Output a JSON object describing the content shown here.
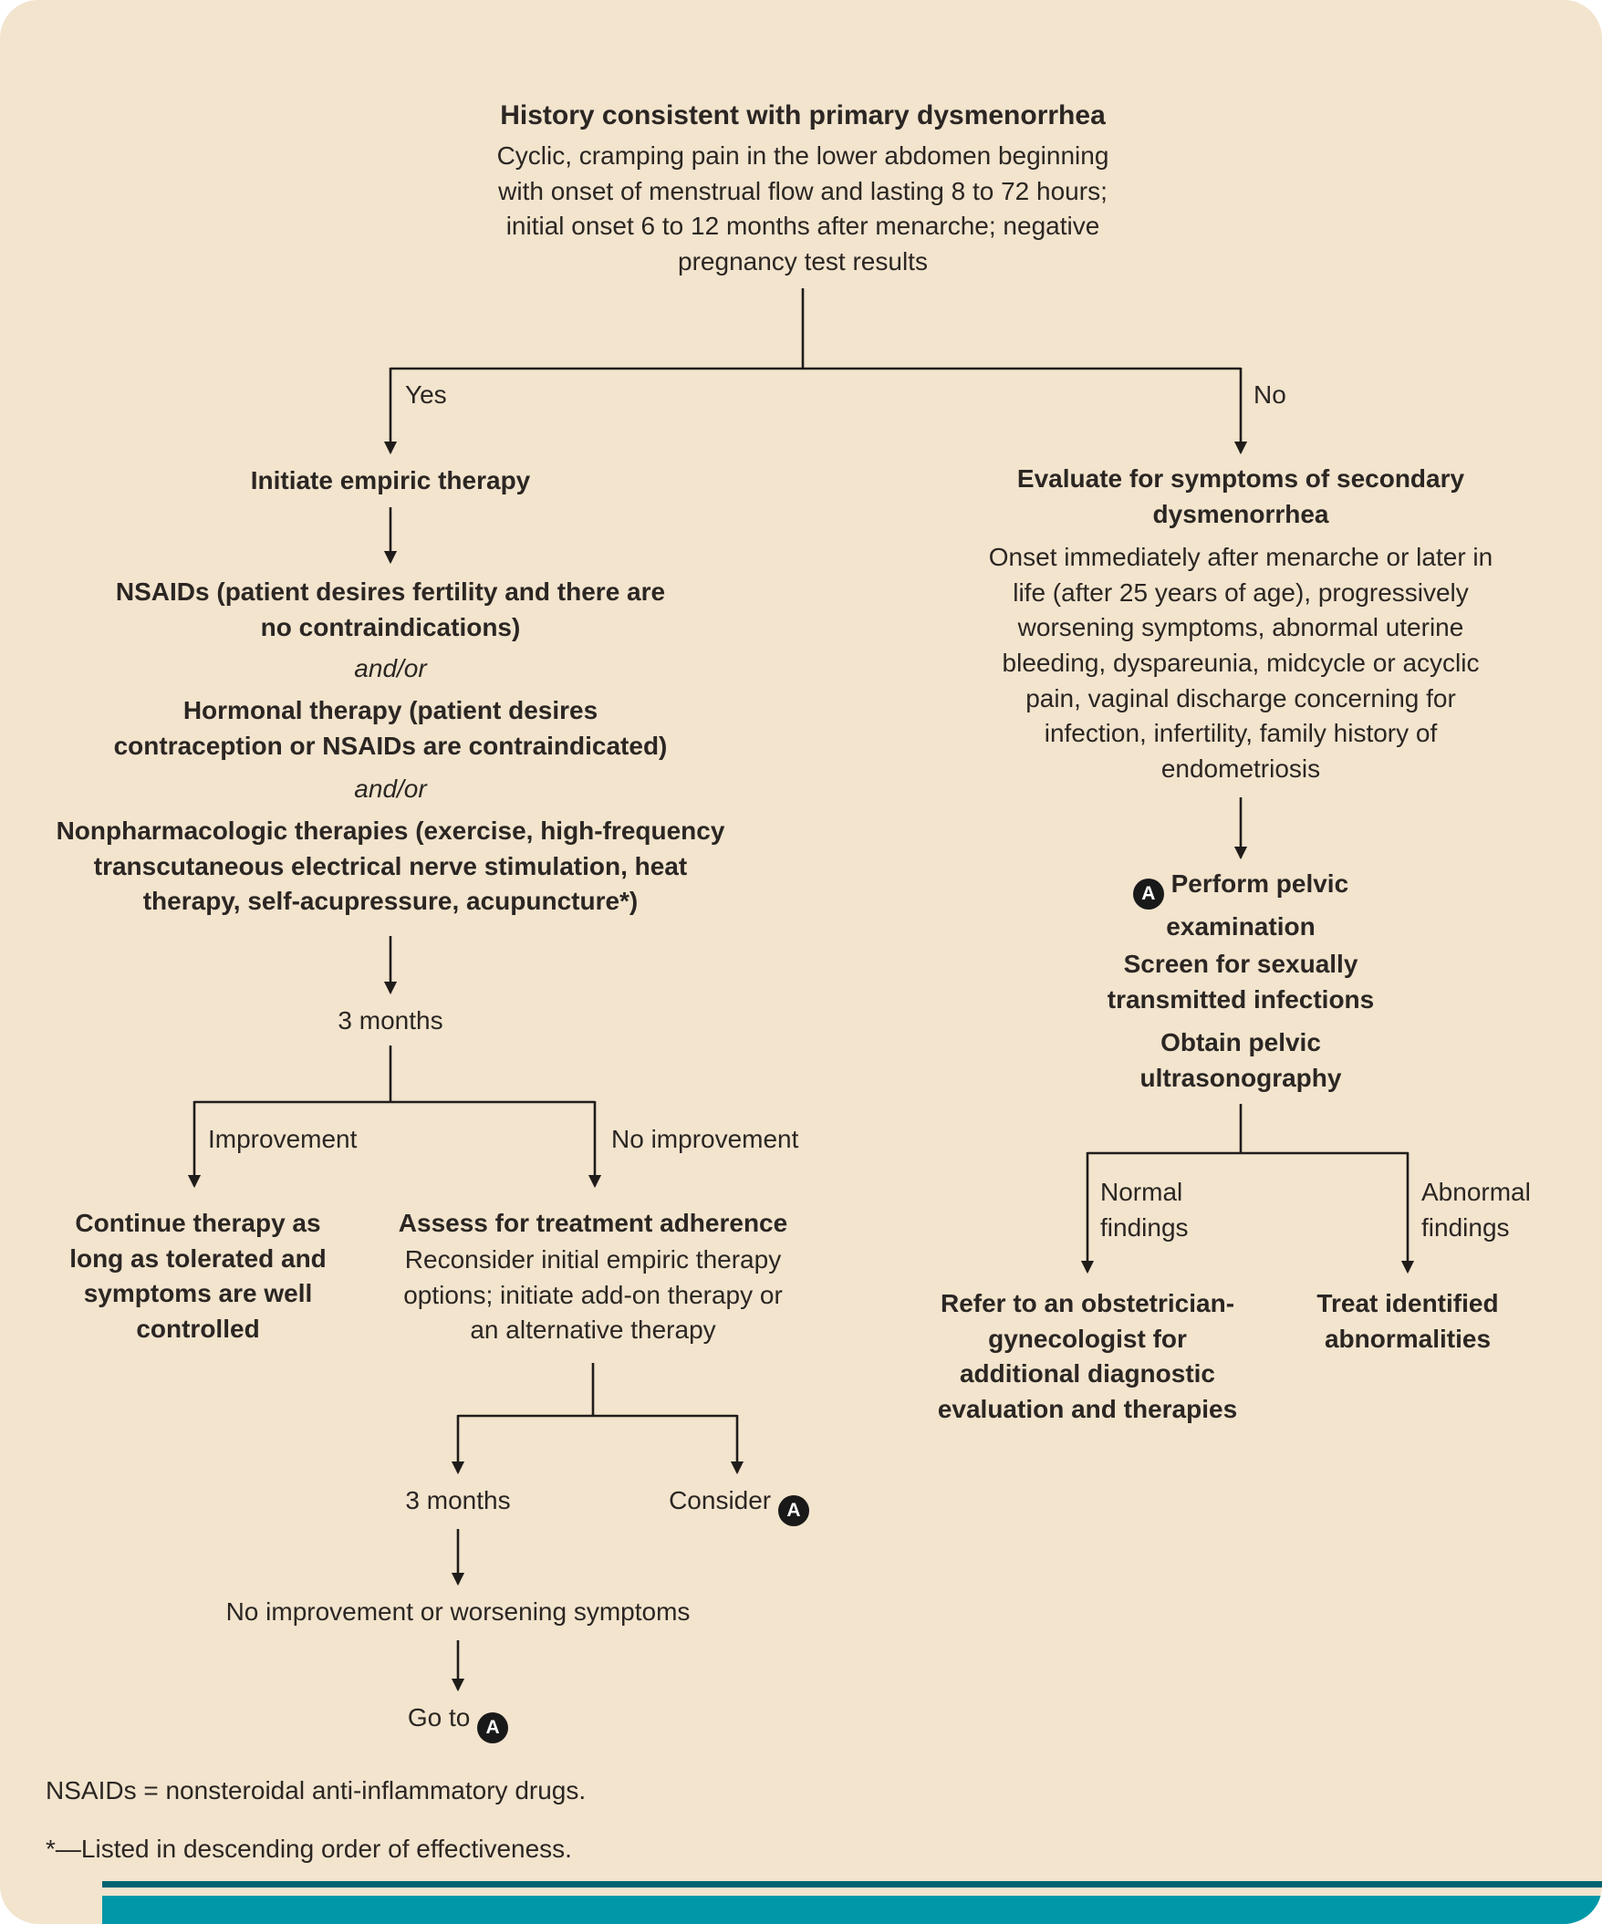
{
  "meta": {
    "badge_letter": "A",
    "colors": {
      "page_background": "#f2e4cd",
      "text": "#2b2623",
      "line": "#1f1c1a",
      "badge_background": "#191919",
      "footer_bar_teal": "#0098a8",
      "footer_bar_dark_teal": "#016370"
    }
  },
  "root": {
    "title": "History consistent with primary dysmenorrhea",
    "description": "Cyclic, cramping pain in the lower abdomen beginning with onset of menstrual flow and lasting 8 to 72 hours; initial onset 6 to 12 months after menarche; negative pregnancy test results"
  },
  "branch_labels": {
    "yes": "Yes",
    "no": "No",
    "improvement": "Improvement",
    "no_improvement": "No improvement",
    "normal_findings": "Normal findings",
    "abnormal_findings": "Abnormal findings"
  },
  "yes_path": {
    "initiate": "Initiate empiric therapy",
    "nsaids": "NSAIDs (patient desires fertility and there are no contraindications)",
    "and_or_1": "and/or",
    "hormonal": "Hormonal therapy (patient desires contraception or NSAIDs are contraindicated)",
    "and_or_2": "and/or",
    "nonpharmacologic": "Nonpharmacologic therapies (exercise, high-frequency transcutaneous electrical nerve stimulation, heat therapy, self-acupressure, acupuncture*)",
    "three_months_first": "3 months",
    "continue_therapy": "Continue therapy as long as tolerated and symptoms are well controlled",
    "assess_title": "Assess for treatment adherence",
    "assess_body": "Reconsider initial empiric therapy options; initiate add-on therapy or an alternative therapy",
    "three_months_second": "3 months",
    "consider_prefix": "Consider",
    "no_improvement_or_worsening": "No improvement or worsening symptoms",
    "go_to_prefix": "Go to"
  },
  "no_path": {
    "evaluate_title": "Evaluate for symptoms of secondary dysmenorrhea",
    "evaluate_body": "Onset immediately after menarche or later in life (after 25 years of age), progressively worsening symptoms, abnormal uterine bleeding, dyspareunia, midcycle or acyclic pain, vaginal discharge concerning for infection, infertility, family history of endometriosis",
    "pelvic_exam": "Perform pelvic examination",
    "screen_sti": "Screen for sexually transmitted infections",
    "obtain_ultrasonography": "Obtain pelvic ultrasonography",
    "refer": "Refer to an obstetrician-gynecologist for additional diagnostic evaluation and therapies",
    "treat": "Treat identified abnormalities"
  },
  "footnotes": {
    "nsaids_definition": "NSAIDs = nonsteroidal anti-inflammatory drugs.",
    "asterisk_note": "*—Listed in descending order of effectiveness."
  }
}
